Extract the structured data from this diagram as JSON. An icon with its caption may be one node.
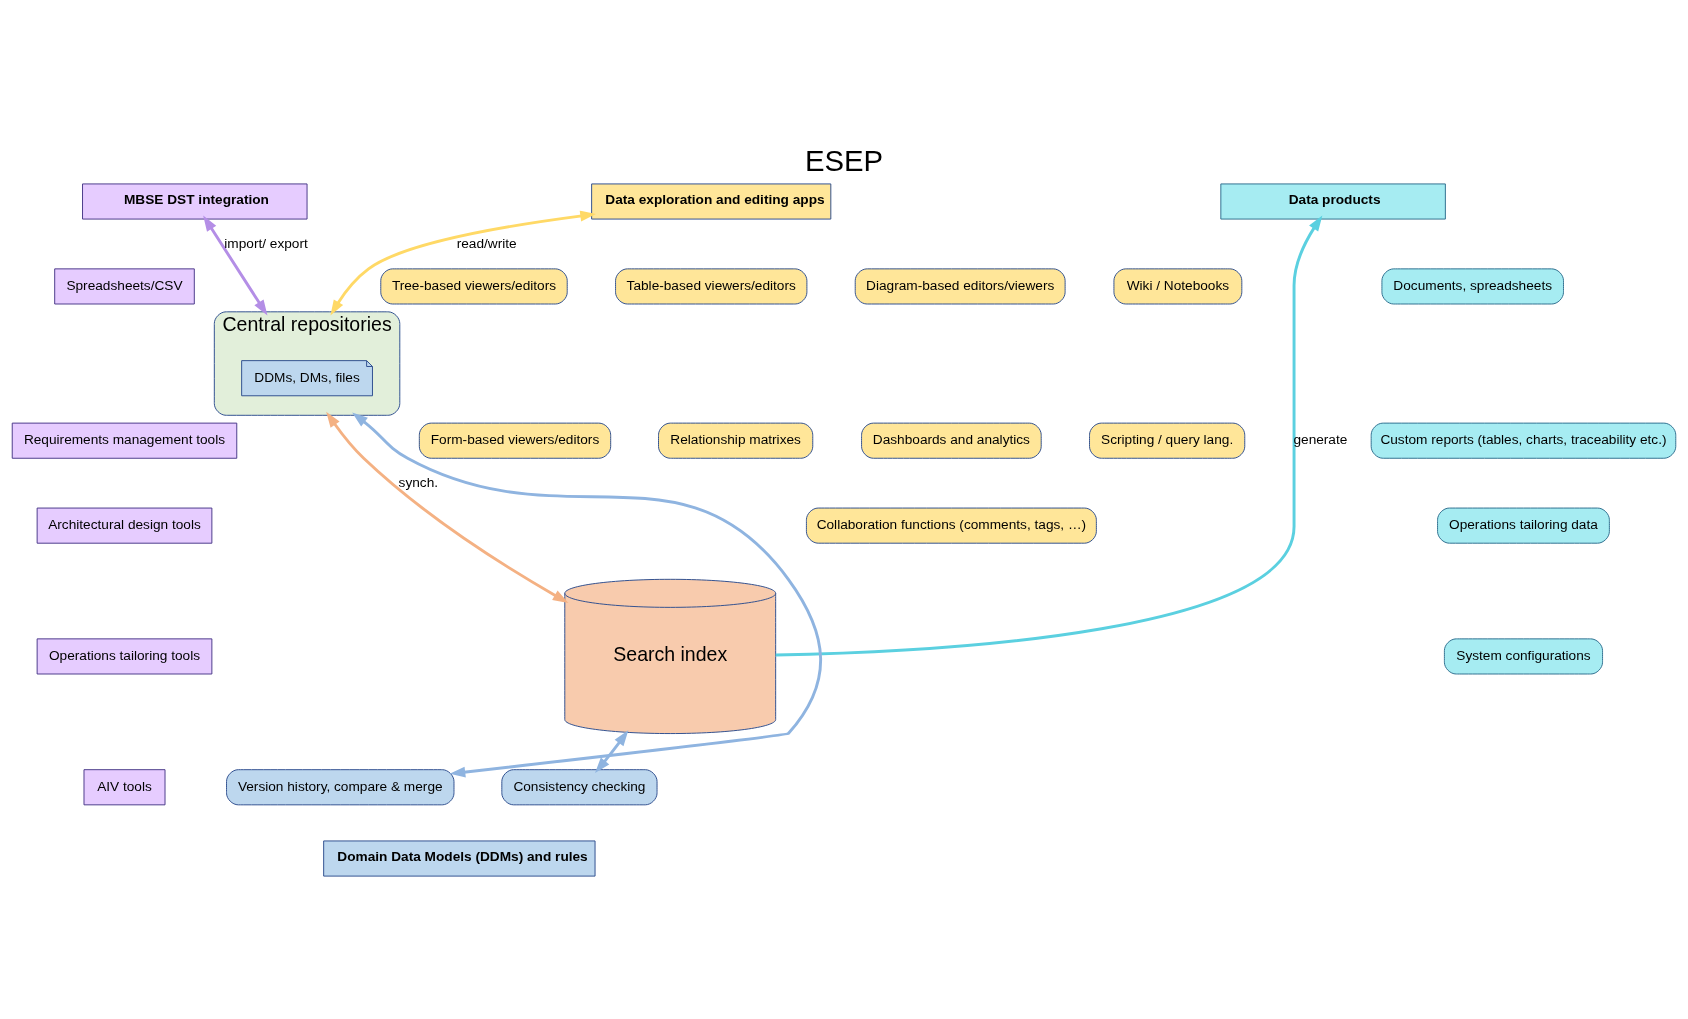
{
  "diagram": {
    "title": "ESEP",
    "nodes": [
      {
        "text": [
          "MBSE DST integration"
        ]
      },
      {
        "text": [
          "Data exploration and editing apps"
        ]
      },
      {
        "text": [
          "Data products"
        ]
      },
      {
        "text": [
          "Tree-based viewers/editors"
        ]
      },
      {
        "text": [
          "Table-based viewers/editors"
        ]
      },
      {
        "text": [
          "Diagram-based editors/viewers"
        ]
      },
      {
        "text": [
          "Wiki / Notebooks"
        ]
      },
      {
        "text": [
          "Form-based viewers/editors"
        ]
      },
      {
        "text": [
          "Relationship matrixes"
        ]
      },
      {
        "text": [
          "Dashboards and analytics"
        ]
      },
      {
        "text": [
          "Scripting / query lang."
        ]
      },
      {
        "text": [
          "Collaboration functions (comments, tags, …)"
        ]
      },
      {
        "text": [
          "Spreadsheets/CSV"
        ]
      },
      {
        "text": [
          "Requirements management tools"
        ]
      },
      {
        "text": [
          "Architectural design tools"
        ]
      },
      {
        "text": [
          "Operations tailoring tools"
        ]
      },
      {
        "text": [
          "AIV tools"
        ]
      },
      {
        "text": [
          "Central repositories"
        ]
      },
      {
        "text": [
          "DDMs, DMs, files"
        ],
        "in": 17
      },
      {
        "text": [
          "Search index"
        ]
      },
      {
        "text": [
          "Documents, spreadsheets"
        ]
      },
      {
        "text": [
          "Custom reports (tables, charts, traceability etc.)"
        ]
      },
      {
        "text": [
          "Operations tailoring data"
        ]
      },
      {
        "text": [
          "System configurations"
        ]
      },
      {
        "text": [
          "Version history, compare & merge"
        ]
      },
      {
        "text": [
          "Consistency checking"
        ]
      },
      {
        "text": [
          "Domain Data Models (DDMs) and rules"
        ]
      }
    ],
    "edges": [
      {
        "from": 1,
        "to": 17,
        "arrow": "both",
        "label": "read/write",
        "color": "#ffd966"
      },
      {
        "from": 0,
        "to": 17,
        "arrow": "both",
        "label": "import/ export",
        "color": "#b48ee6"
      },
      {
        "from": 17,
        "to": 19,
        "arrow": "both",
        "label": "synch.",
        "color": "#f4b183"
      },
      {
        "from": 19,
        "to": 2,
        "arrow": "to",
        "label": "generate",
        "color": "#5bd0e0"
      },
      {
        "from": 24,
        "to": 17,
        "arrow": "both",
        "color": "#8fb4e0"
      },
      {
        "from": 25,
        "to": 19,
        "arrow": "both",
        "color": "#8fb4e0"
      }
    ]
  }
}
